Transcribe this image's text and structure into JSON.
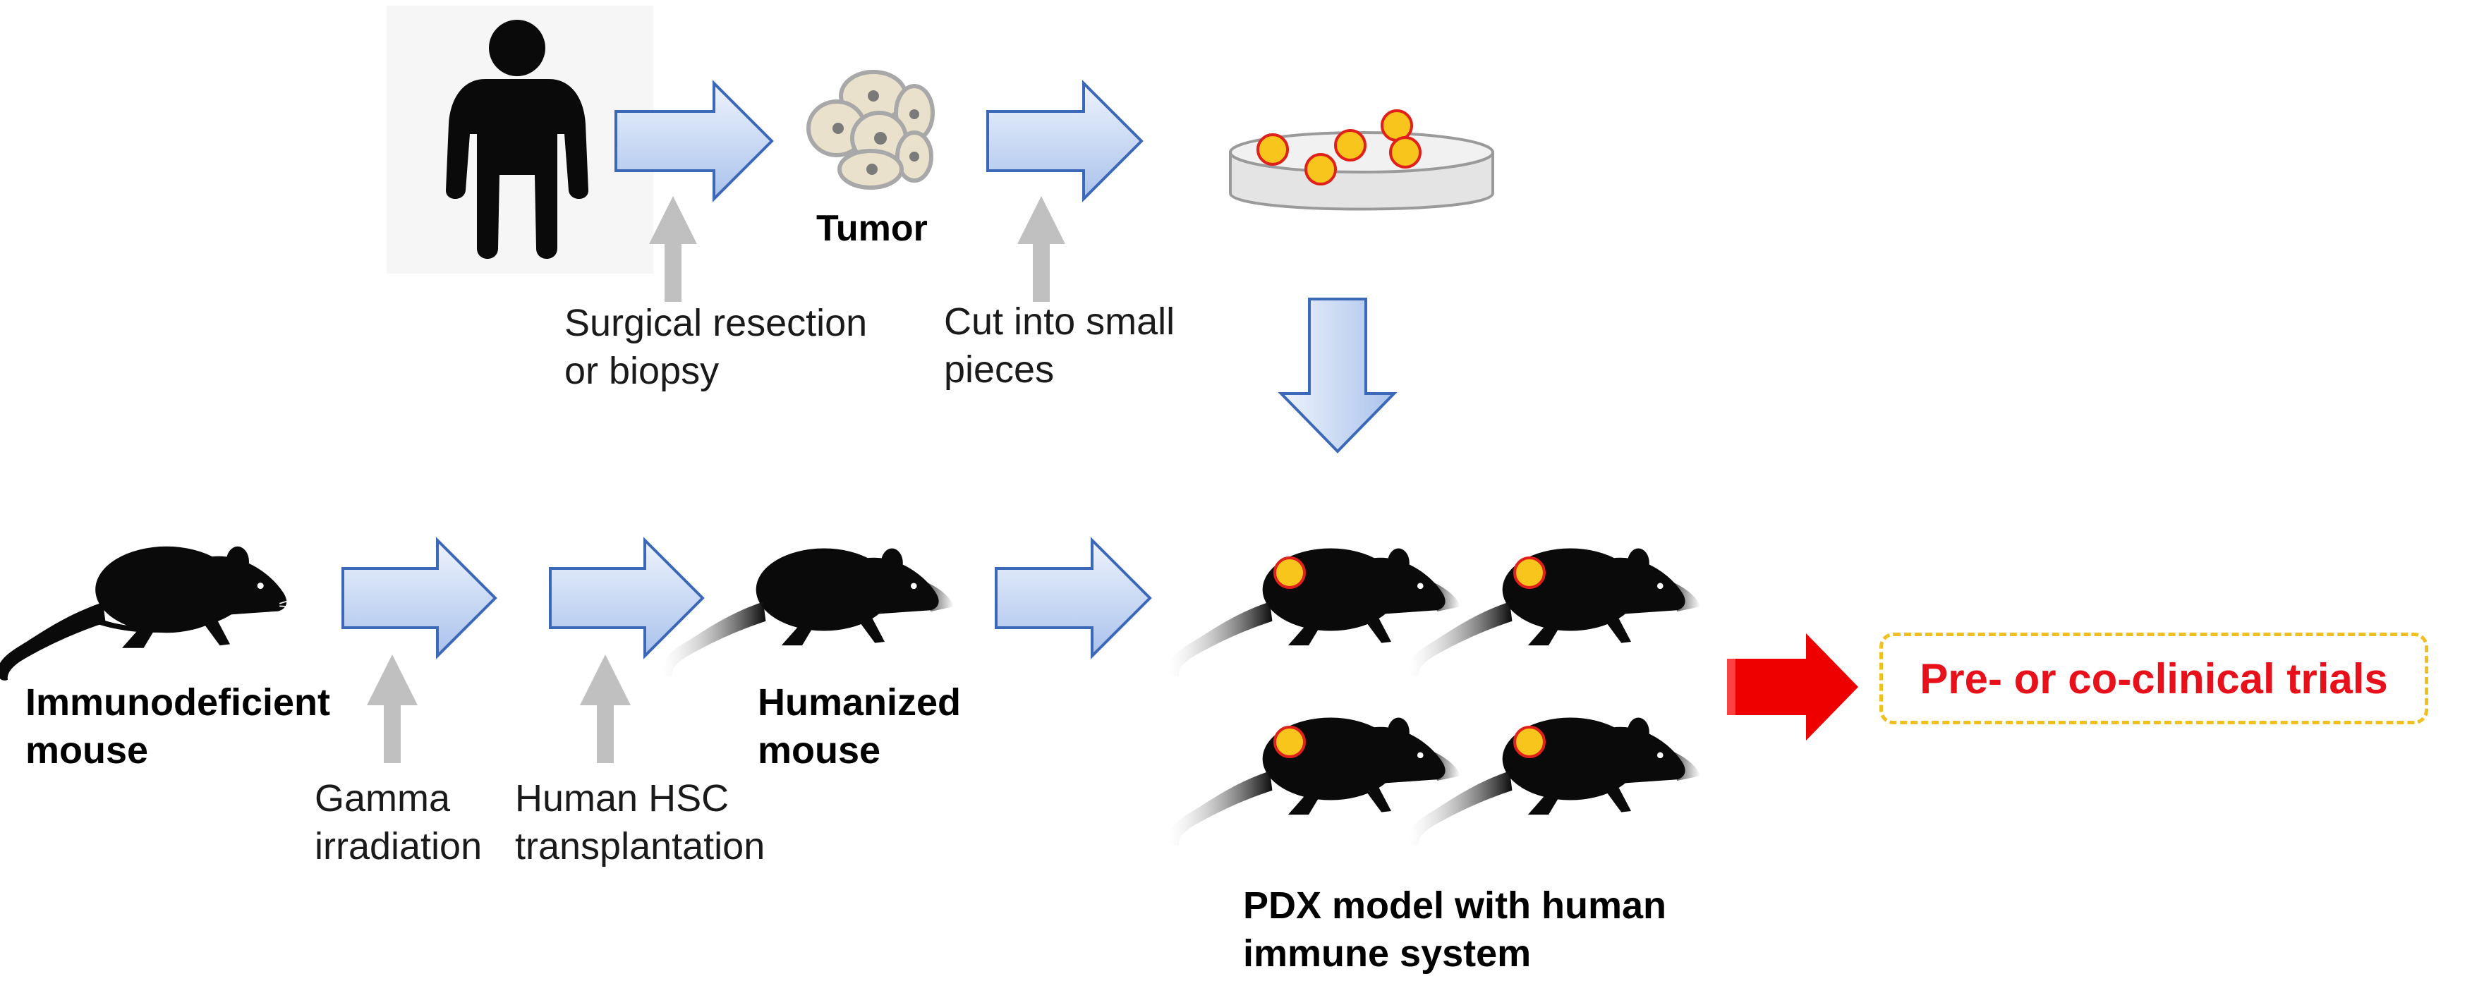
{
  "labels": {
    "tumor": "Tumor",
    "surgical_1": "Surgical resection",
    "surgical_2": "or biopsy",
    "cut_1": "Cut into small",
    "cut_2": "pieces",
    "immuno_1": "Immunodeficient",
    "immuno_2": "mouse",
    "gamma_1": "Gamma",
    "gamma_2": "irradiation",
    "hsc_1": "Human HSC",
    "hsc_2": "transplantation",
    "humanized_1": "Humanized",
    "humanized_2": "mouse",
    "pdx_1": "PDX model with human",
    "pdx_2": "immune system",
    "trials": "Pre- or co-clinical trials"
  },
  "colors": {
    "flow_arrow_fill_top": "#eef3fc",
    "flow_arrow_fill_bottom": "#a9c2ec",
    "flow_arrow_stroke": "#3c68b8",
    "annotation_arrow": "#c0c0c0",
    "tumor_marker_fill": "#f7c51c",
    "tumor_marker_stroke": "#e0201a",
    "result_arrow": "#ee0000",
    "trials_text": "#e8101a",
    "trials_border": "#f0c020",
    "mouse": "#0a0a0a"
  },
  "icons": [
    "person-icon",
    "tumor-cells-icon",
    "petri-dish-icon",
    "mouse-icon"
  ]
}
